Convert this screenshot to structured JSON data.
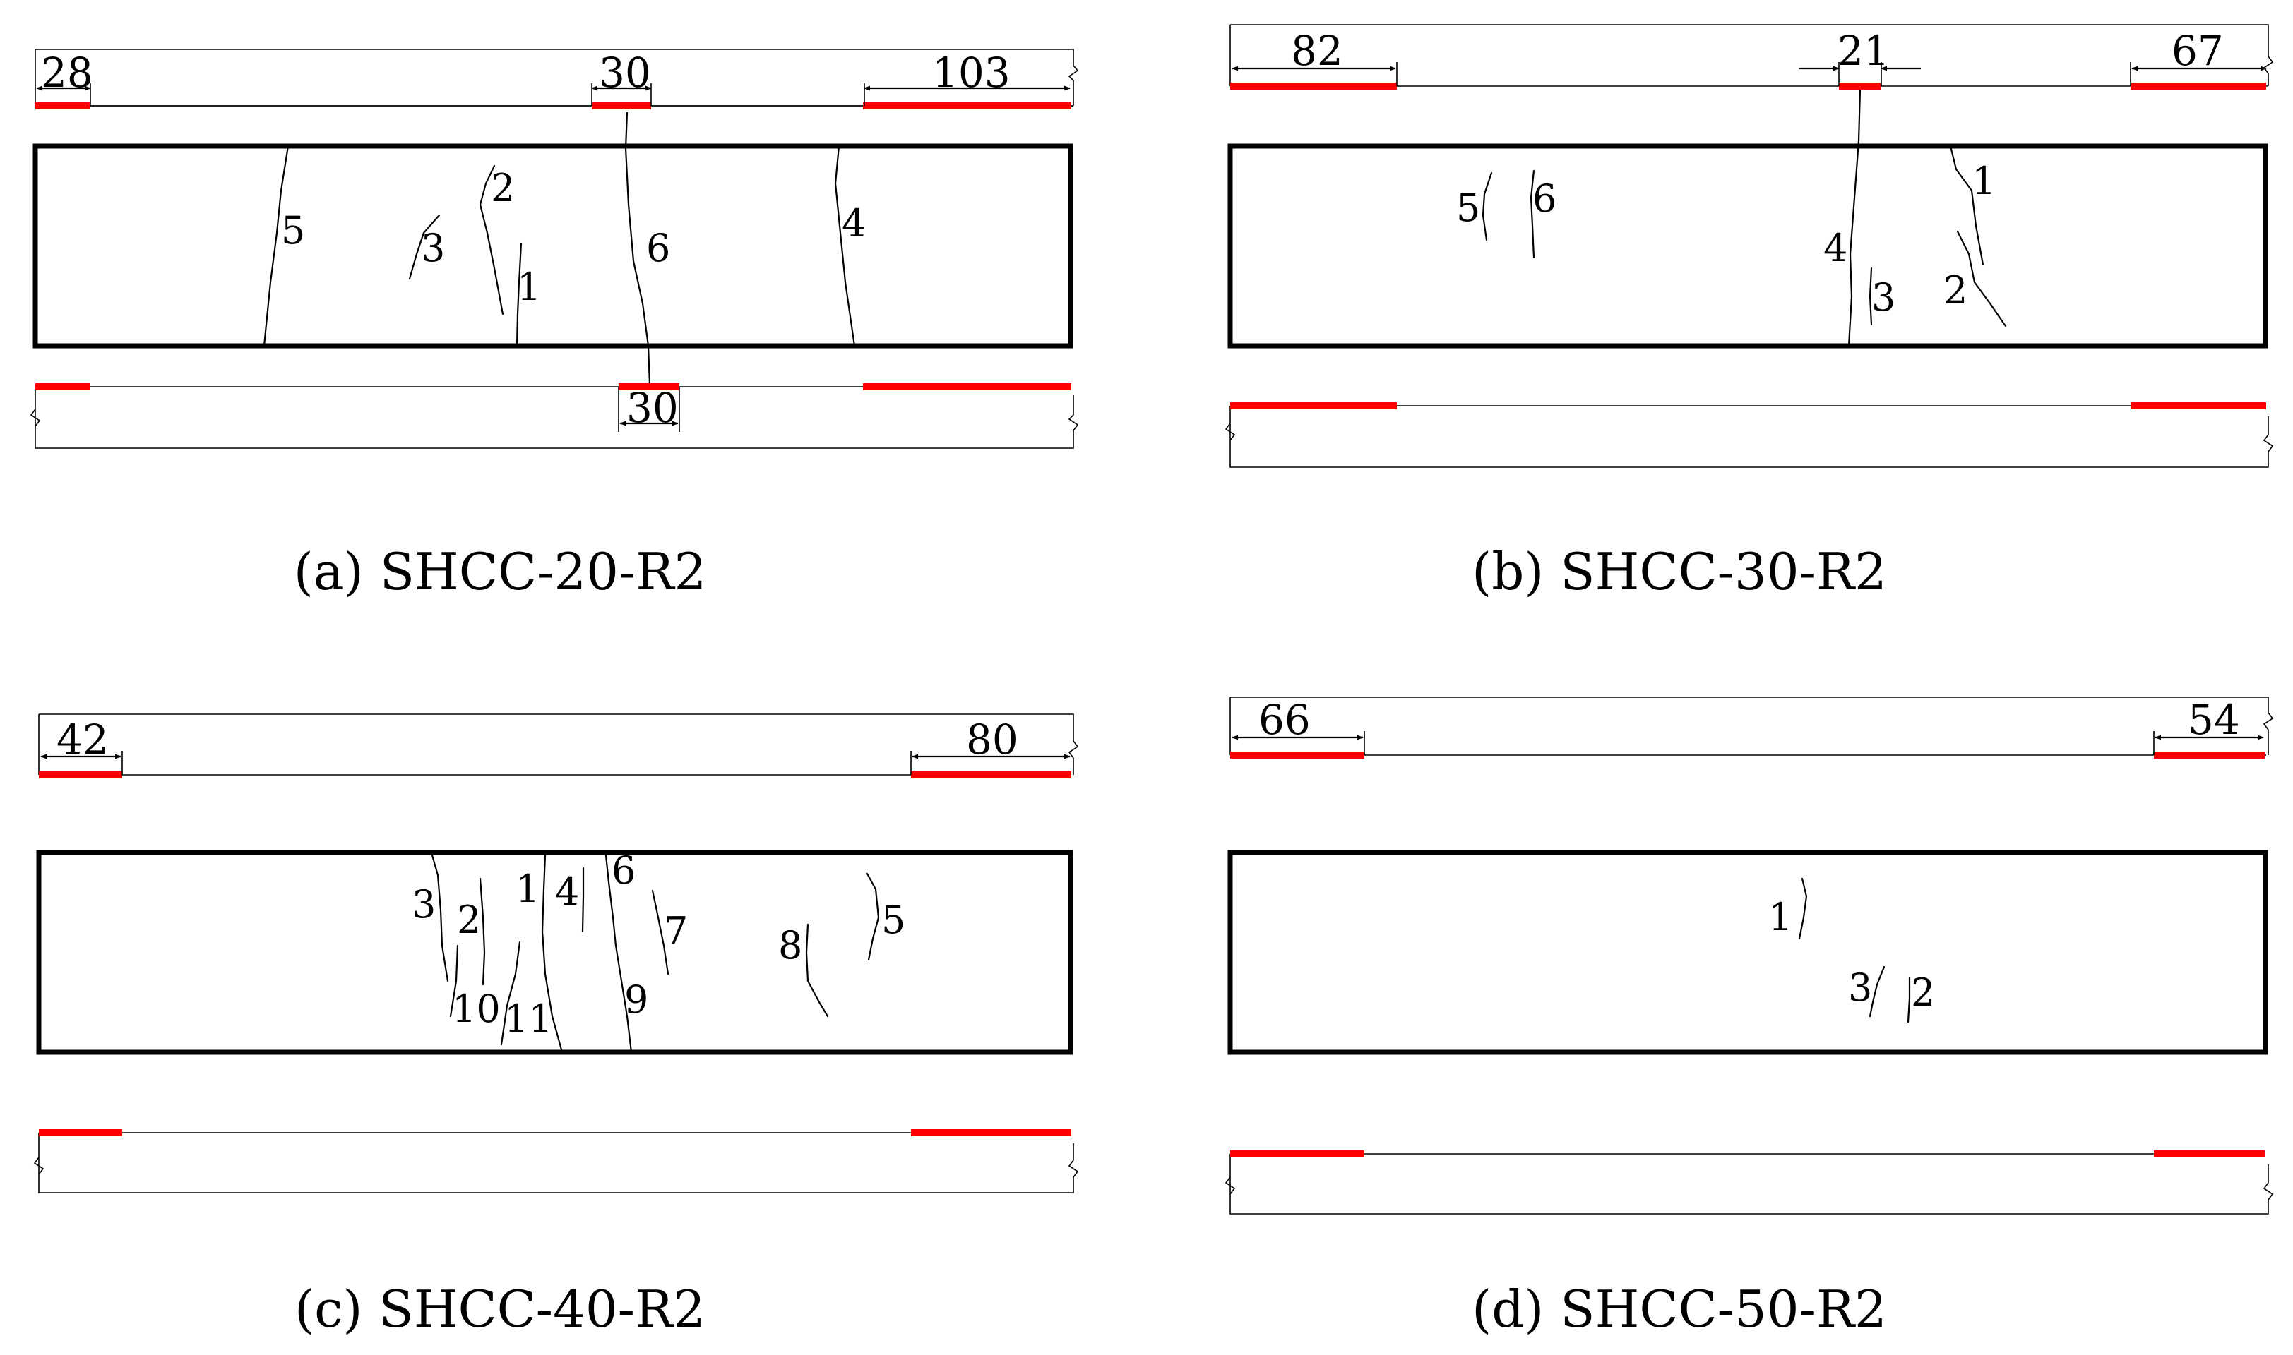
{
  "colors": {
    "debond_zone": "#ff0000",
    "line": "#000000"
  },
  "panels": [
    {
      "id": "a",
      "caption": "(a) SHCC-20-R2",
      "top_dimensions": [
        "28",
        "30",
        "103"
      ],
      "bottom_dimensions": [
        "30"
      ],
      "cracks": [
        "1",
        "2",
        "3",
        "4",
        "5",
        "6"
      ]
    },
    {
      "id": "b",
      "caption": "(b) SHCC-30-R2",
      "top_dimensions": [
        "82",
        "21",
        "67"
      ],
      "bottom_dimensions": [],
      "cracks": [
        "1",
        "2",
        "3",
        "4",
        "5",
        "6"
      ]
    },
    {
      "id": "c",
      "caption": "(c) SHCC-40-R2",
      "top_dimensions": [
        "42",
        "80"
      ],
      "bottom_dimensions": [],
      "cracks": [
        "1",
        "2",
        "3",
        "4",
        "5",
        "6",
        "7",
        "8",
        "9",
        "10",
        "11"
      ]
    },
    {
      "id": "d",
      "caption": "(d) SHCC-50-R2",
      "top_dimensions": [
        "66",
        "54"
      ],
      "bottom_dimensions": [],
      "cracks": [
        "1",
        "2",
        "3"
      ]
    }
  ]
}
